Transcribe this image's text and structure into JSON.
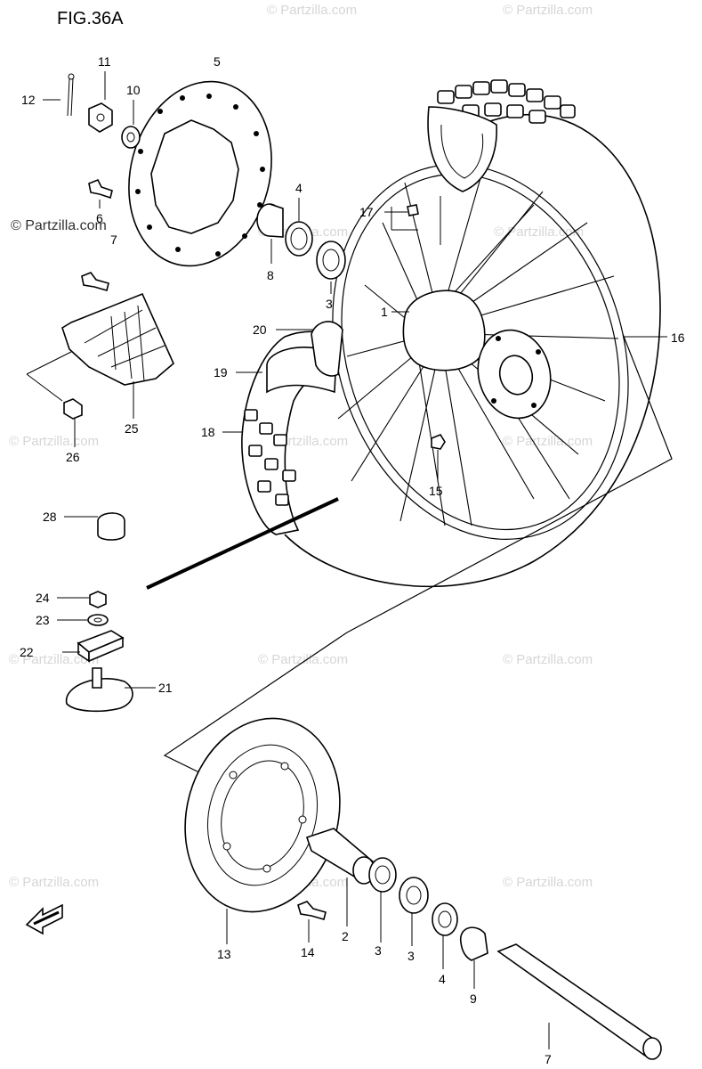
{
  "figure": {
    "title": "FIG.36A"
  },
  "watermark": {
    "text": "© Partzilla.com"
  },
  "callouts": [
    {
      "id": "c1",
      "text": "1"
    },
    {
      "id": "c2",
      "text": "2"
    },
    {
      "id": "c3a",
      "text": "3"
    },
    {
      "id": "c3b",
      "text": "3"
    },
    {
      "id": "c3c",
      "text": "3"
    },
    {
      "id": "c4a",
      "text": "4"
    },
    {
      "id": "c4b",
      "text": "4"
    },
    {
      "id": "c5",
      "text": "5"
    },
    {
      "id": "c6",
      "text": "6"
    },
    {
      "id": "c7a",
      "text": "7"
    },
    {
      "id": "c7b",
      "text": "7"
    },
    {
      "id": "c8",
      "text": "8"
    },
    {
      "id": "c9",
      "text": "9"
    },
    {
      "id": "c10",
      "text": "10"
    },
    {
      "id": "c11",
      "text": "11"
    },
    {
      "id": "c12",
      "text": "12"
    },
    {
      "id": "c13",
      "text": "13"
    },
    {
      "id": "c14",
      "text": "14"
    },
    {
      "id": "c15",
      "text": "15"
    },
    {
      "id": "c16",
      "text": "16"
    },
    {
      "id": "c17",
      "text": "17"
    },
    {
      "id": "c18",
      "text": "18"
    },
    {
      "id": "c19",
      "text": "19"
    },
    {
      "id": "c20",
      "text": "20"
    },
    {
      "id": "c21",
      "text": "21"
    },
    {
      "id": "c22",
      "text": "22"
    },
    {
      "id": "c23",
      "text": "23"
    },
    {
      "id": "c24",
      "text": "24"
    },
    {
      "id": "c25",
      "text": "25"
    },
    {
      "id": "c26",
      "text": "26"
    },
    {
      "id": "c28",
      "text": "28"
    }
  ],
  "front_indicator": {
    "icon": "front-arrow-icon"
  }
}
